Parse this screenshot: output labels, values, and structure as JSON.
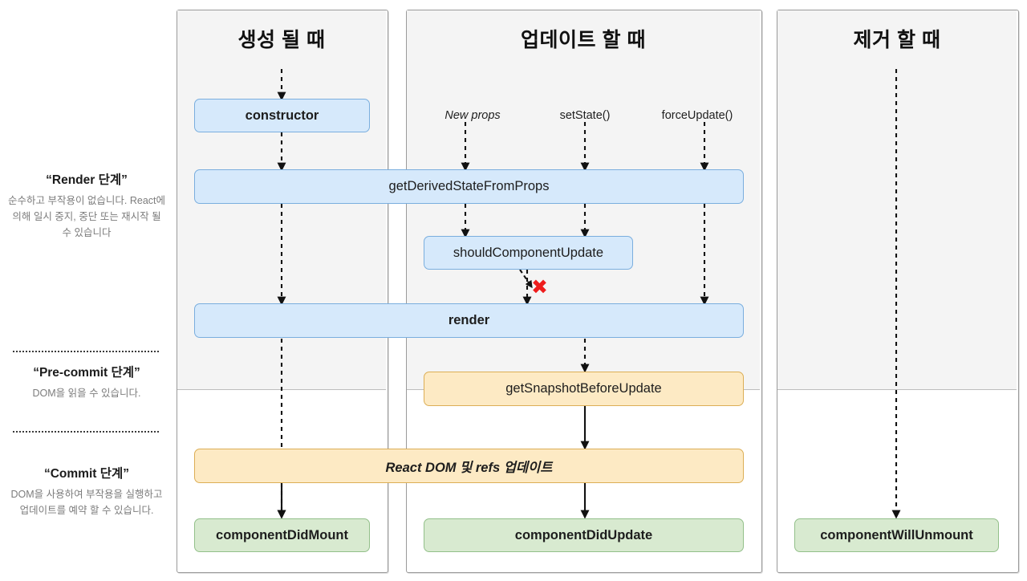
{
  "diagram": {
    "title": "React Component Lifecycle Diagram",
    "colors": {
      "render_phase_bg": "#f4f4f4",
      "commit_phase_bg": "#ffffff",
      "blue_fill": "#d6e9fb",
      "blue_border": "#7aaede",
      "yellow_fill": "#fdeac4",
      "yellow_border": "#dcae55",
      "green_fill": "#d8ead0",
      "green_border": "#93c08a",
      "x_mark": "#ee1c1c",
      "panel_border": "#9a9a9a"
    }
  },
  "phases": [
    {
      "id": "render-phase",
      "title": "“Render 단계”",
      "description": "순수하고 부작용이 없습니다. React에 의해 일시 중지, 중단 또는 재시작 될 수 있습니다"
    },
    {
      "id": "pre-commit-phase",
      "title": "“Pre-commit 단계”",
      "description": "DOM을 읽을 수 있습니다."
    },
    {
      "id": "commit-phase",
      "title": "“Commit 단계”",
      "description": "DOM을 사용하여 부작용을 실행하고 업데이트를 예약 할 수 있습니다."
    }
  ],
  "columns": [
    {
      "id": "mounting",
      "title": "생성 될 때"
    },
    {
      "id": "updating",
      "title": "업데이트 할 때"
    },
    {
      "id": "unmounting",
      "title": "제거 할 때"
    }
  ],
  "triggers": [
    {
      "id": "new-props",
      "label": "New props",
      "style": "italic"
    },
    {
      "id": "set-state",
      "label": "setState()",
      "style": "normal"
    },
    {
      "id": "force-update",
      "label": "forceUpdate()",
      "style": "normal"
    }
  ],
  "nodes": {
    "constructor": {
      "label": "constructor",
      "color": "blue",
      "weight": "bold"
    },
    "get_derived_state": {
      "label": "getDerivedStateFromProps",
      "color": "blue",
      "weight": "normal"
    },
    "should_component_update": {
      "label": "shouldComponentUpdate",
      "color": "blue",
      "weight": "normal"
    },
    "render": {
      "label": "render",
      "color": "blue",
      "weight": "bold"
    },
    "get_snapshot": {
      "label": "getSnapshotBeforeUpdate",
      "color": "yellow",
      "weight": "normal"
    },
    "react_dom_refs": {
      "label": "React DOM 및 refs 업데이트",
      "color": "yellow",
      "weight": "bold-italic"
    },
    "component_did_mount": {
      "label": "componentDidMount",
      "color": "green",
      "weight": "bold"
    },
    "component_did_update": {
      "label": "componentDidUpdate",
      "color": "green",
      "weight": "bold"
    },
    "component_will_unmount": {
      "label": "componentWillUnmount",
      "color": "green",
      "weight": "bold"
    }
  },
  "annotations": {
    "skip_update_x": "✖"
  }
}
